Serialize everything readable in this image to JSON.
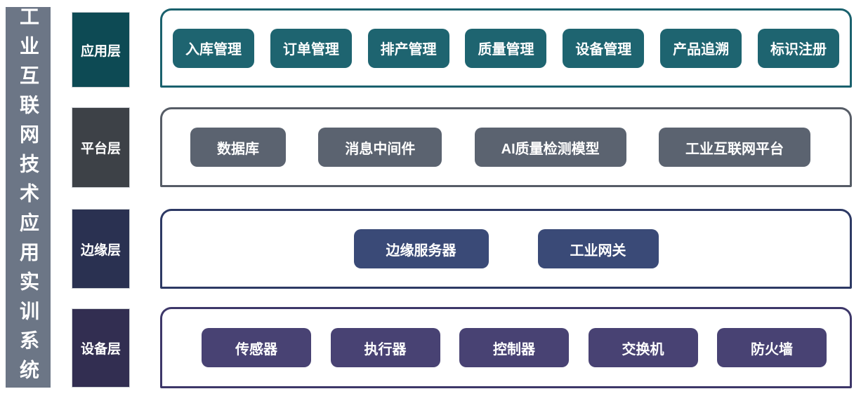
{
  "sidebar": {
    "title": "工业互联网技术应用实训系统",
    "bg_color": "#6c7686"
  },
  "layers": [
    {
      "label": "应用层",
      "boxes": [
        "入库管理",
        "订单管理",
        "排产管理",
        "质量管理",
        "设备管理",
        "产品追溯",
        "标识注册"
      ],
      "colors": {
        "label_bg": "#0d4a54",
        "container_border": "#1a616d",
        "box_bg": "#1e6470",
        "text": "#ffffff"
      }
    },
    {
      "label": "平台层",
      "boxes": [
        "数据库",
        "消息中间件",
        "AI质量检测模型",
        "工业互联网平台"
      ],
      "colors": {
        "label_bg": "#3d4147",
        "container_border": "#565c66",
        "box_bg": "#5b6370",
        "text": "#ffffff"
      }
    },
    {
      "label": "边缘层",
      "boxes": [
        "边缘服务器",
        "工业网关"
      ],
      "colors": {
        "label_bg": "#2a3151",
        "container_border": "#2d3964",
        "box_bg": "#3a4a77",
        "text": "#ffffff"
      }
    },
    {
      "label": "设备层",
      "boxes": [
        "传感器",
        "执行器",
        "控制器",
        "交换机",
        "防火墙"
      ],
      "colors": {
        "label_bg": "#322e51",
        "container_border": "#3d3769",
        "box_bg": "#484273",
        "text": "#ffffff"
      }
    }
  ]
}
